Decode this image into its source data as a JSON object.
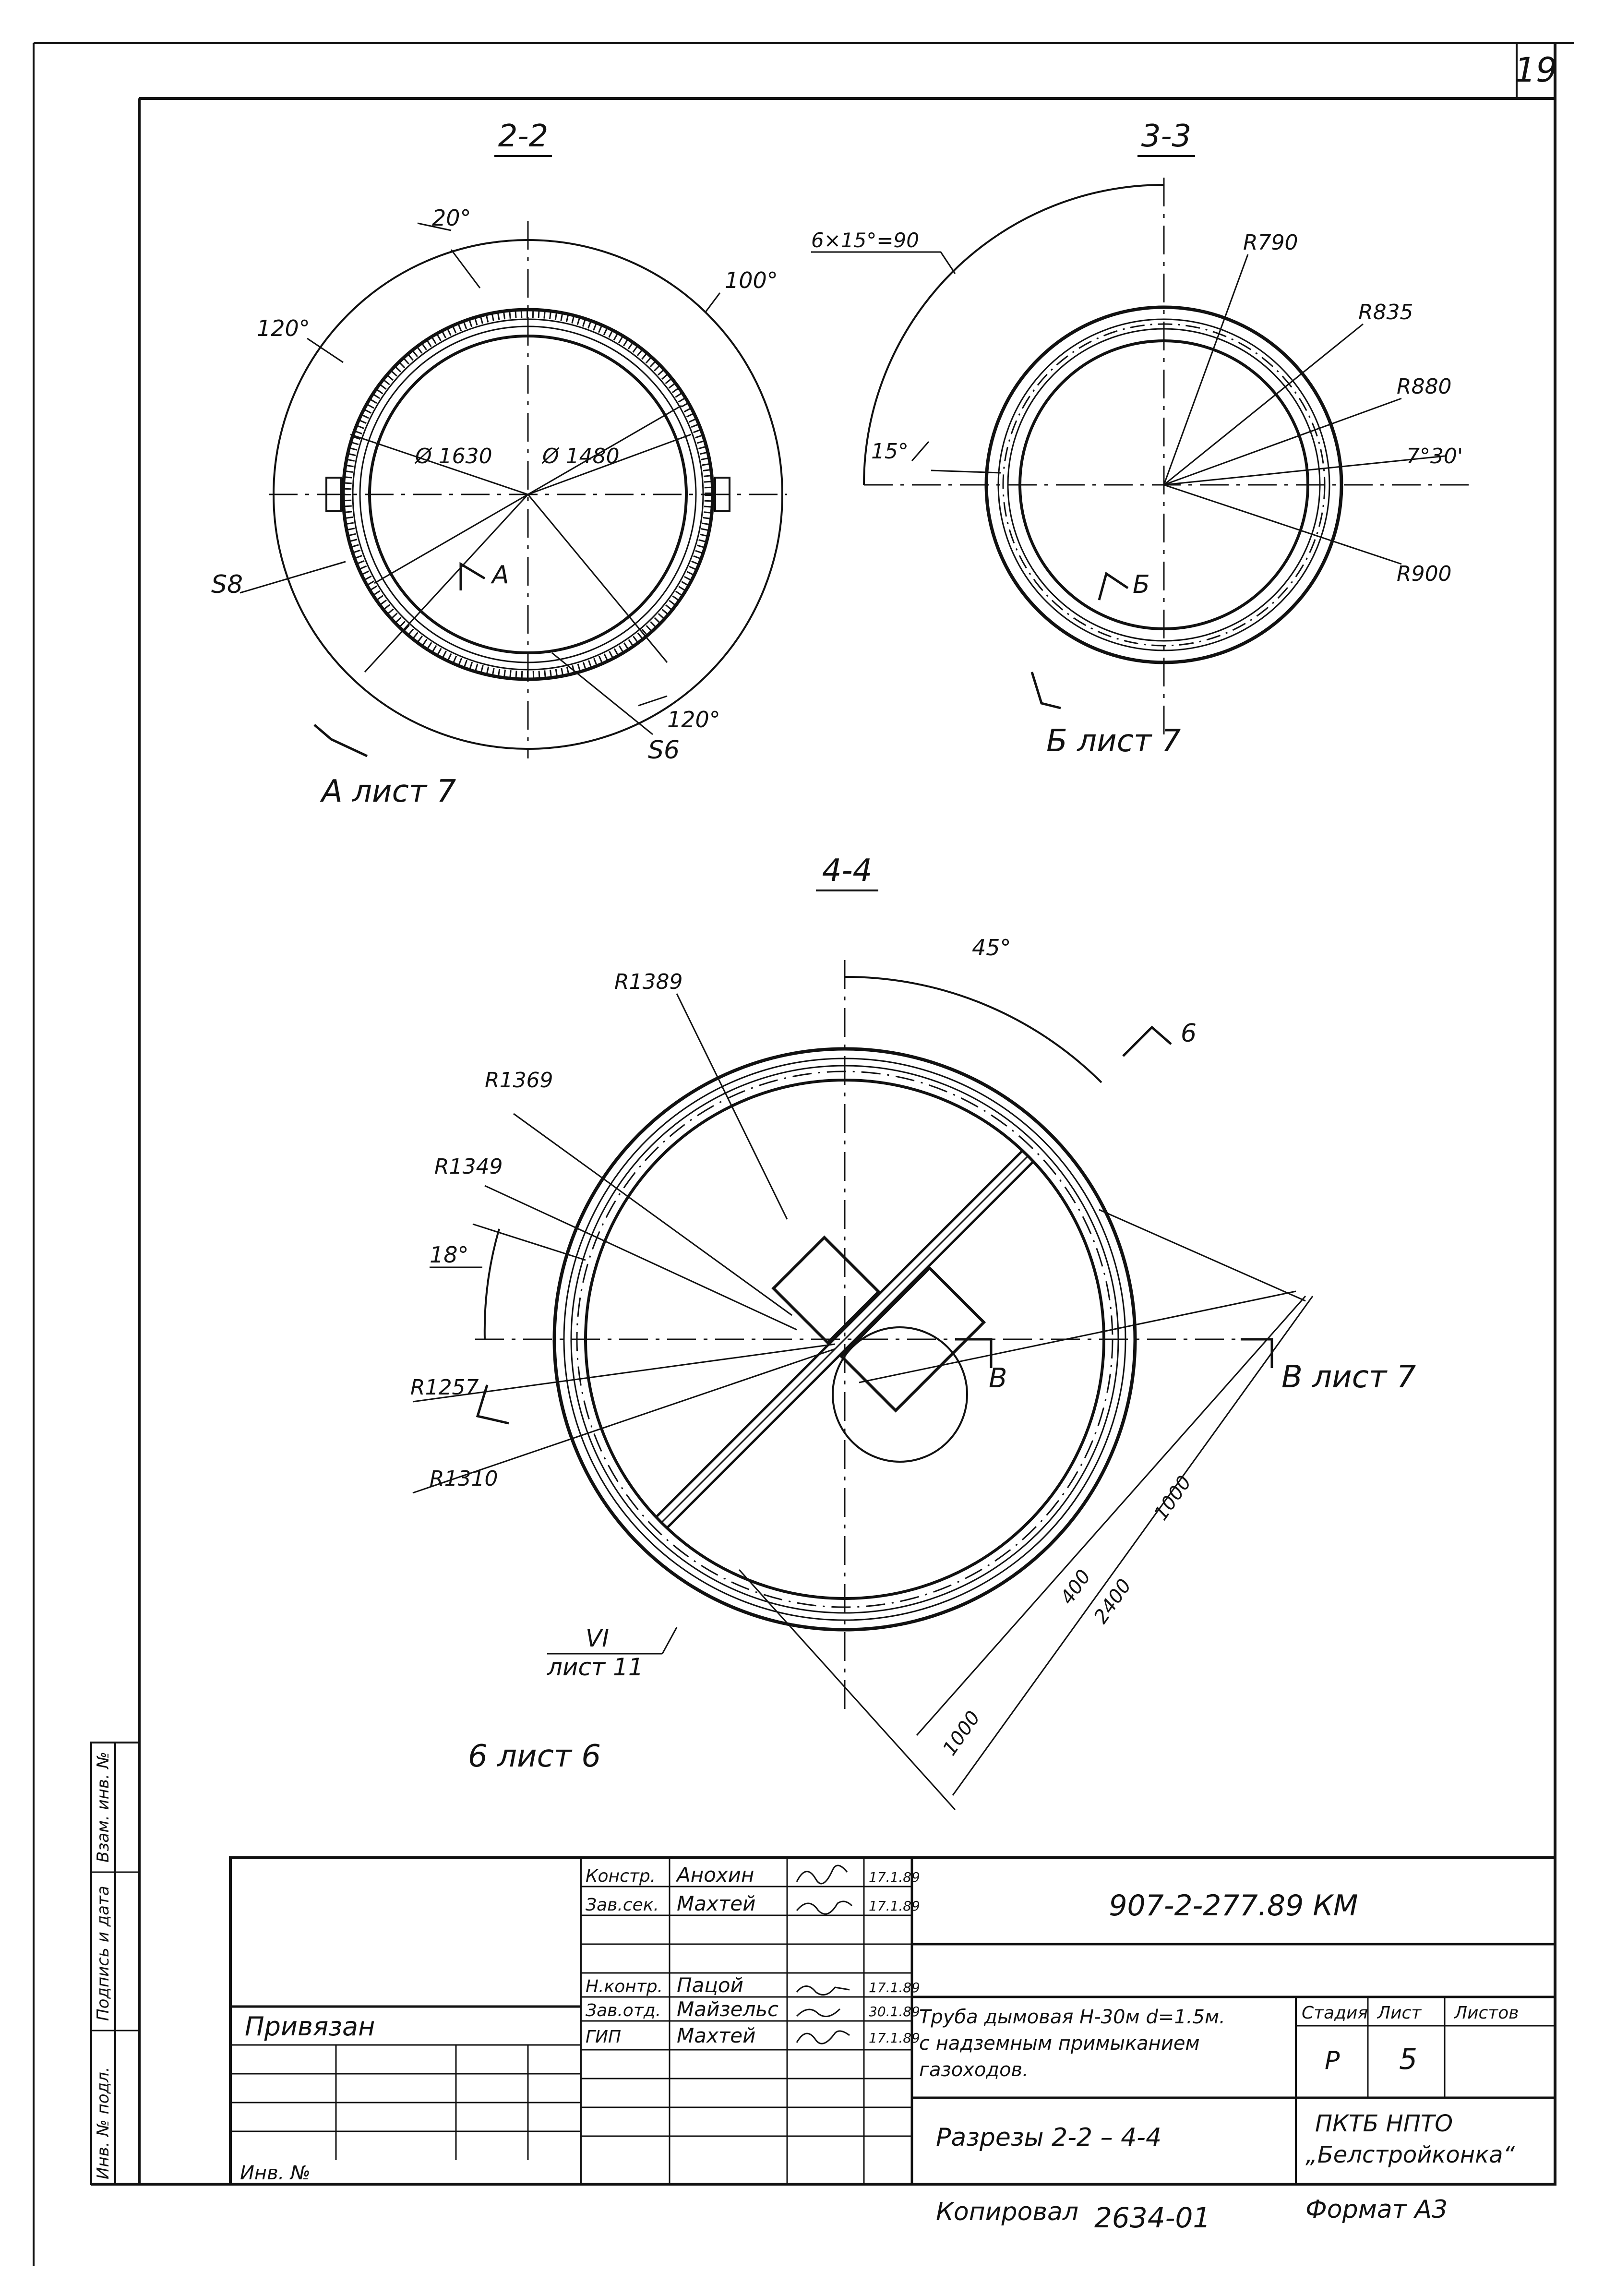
{
  "sheet": {
    "page_number": "19",
    "ink_color": "#111111",
    "paper_color": "#ffffff"
  },
  "section_2_2": {
    "title": "2-2",
    "angle_top": "20°",
    "angle_left": "120°",
    "angle_right": "100°",
    "angle_bottom": "120°",
    "dia_outer": "Ø 1630",
    "dia_inner": "Ø 1480",
    "thickness_left": "S8",
    "thickness_bottom": "S6",
    "mark_a": "A",
    "ref_a": "A лист 7"
  },
  "section_3_3": {
    "title": "3-3",
    "angle_spacing": "6×15°=90",
    "angle_left": "15°",
    "angle_right": "7°30'",
    "r1": "R790",
    "r2": "R835",
    "r3": "R880",
    "r4": "R900",
    "mark_b": "Б",
    "ref_b": "Б лист 7"
  },
  "section_4_4": {
    "title": "4-4",
    "angle_top": "45°",
    "angle_left": "18°",
    "r_labels": [
      "R1389",
      "R1369",
      "R1349",
      "R1257",
      "R1310"
    ],
    "mark_6": "6",
    "mark_v_left": "В",
    "ref_v": "В лист 7",
    "ref_vi_1": "VI",
    "ref_vi_2": "лист 11",
    "ref_6": "6 лист 6",
    "dim_1000_a": "1000",
    "dim_400": "400",
    "dim_2400": "2400",
    "dim_1000_b": "1000"
  },
  "side_stamp": [
    "Инв. № подл.",
    "Подпись и дата",
    "Взам. инв. №"
  ],
  "title_block": {
    "doc_code": "907-2-277.89 КМ",
    "privyazan": "Привязан",
    "inv_no": "Инв. №",
    "rows": [
      {
        "role": "Констр.",
        "name": "Анохин",
        "date": "17.1.89"
      },
      {
        "role": "Зав.сек.",
        "name": "Махтей",
        "date": "17.1.89"
      },
      {
        "role": "Н.контр.",
        "name": "Пацой",
        "date": "17.1.89"
      },
      {
        "role": "Зав.отд.",
        "name": "Майзельс",
        "date": "30.1.89"
      },
      {
        "role": "ГИП",
        "name": "Махтей",
        "date": "17.1.89"
      }
    ],
    "title_line1": "Труба дымовая Н-30м d=1.5м.",
    "title_line2": "с надземным примыканием",
    "title_line3": "газоходов.",
    "sheet_title": "Разрезы 2-2 – 4-4",
    "stage_label": "Стадия",
    "sheet_label": "Лист",
    "sheets_label": "Листов",
    "stage_value": "Р",
    "sheet_value": "5",
    "org_line1": "ПКТБ НПТО",
    "org_line2": "„Белстройконка“"
  },
  "footer": {
    "copied": "Копировал",
    "number": "2634-01",
    "format": "Формат А3"
  }
}
